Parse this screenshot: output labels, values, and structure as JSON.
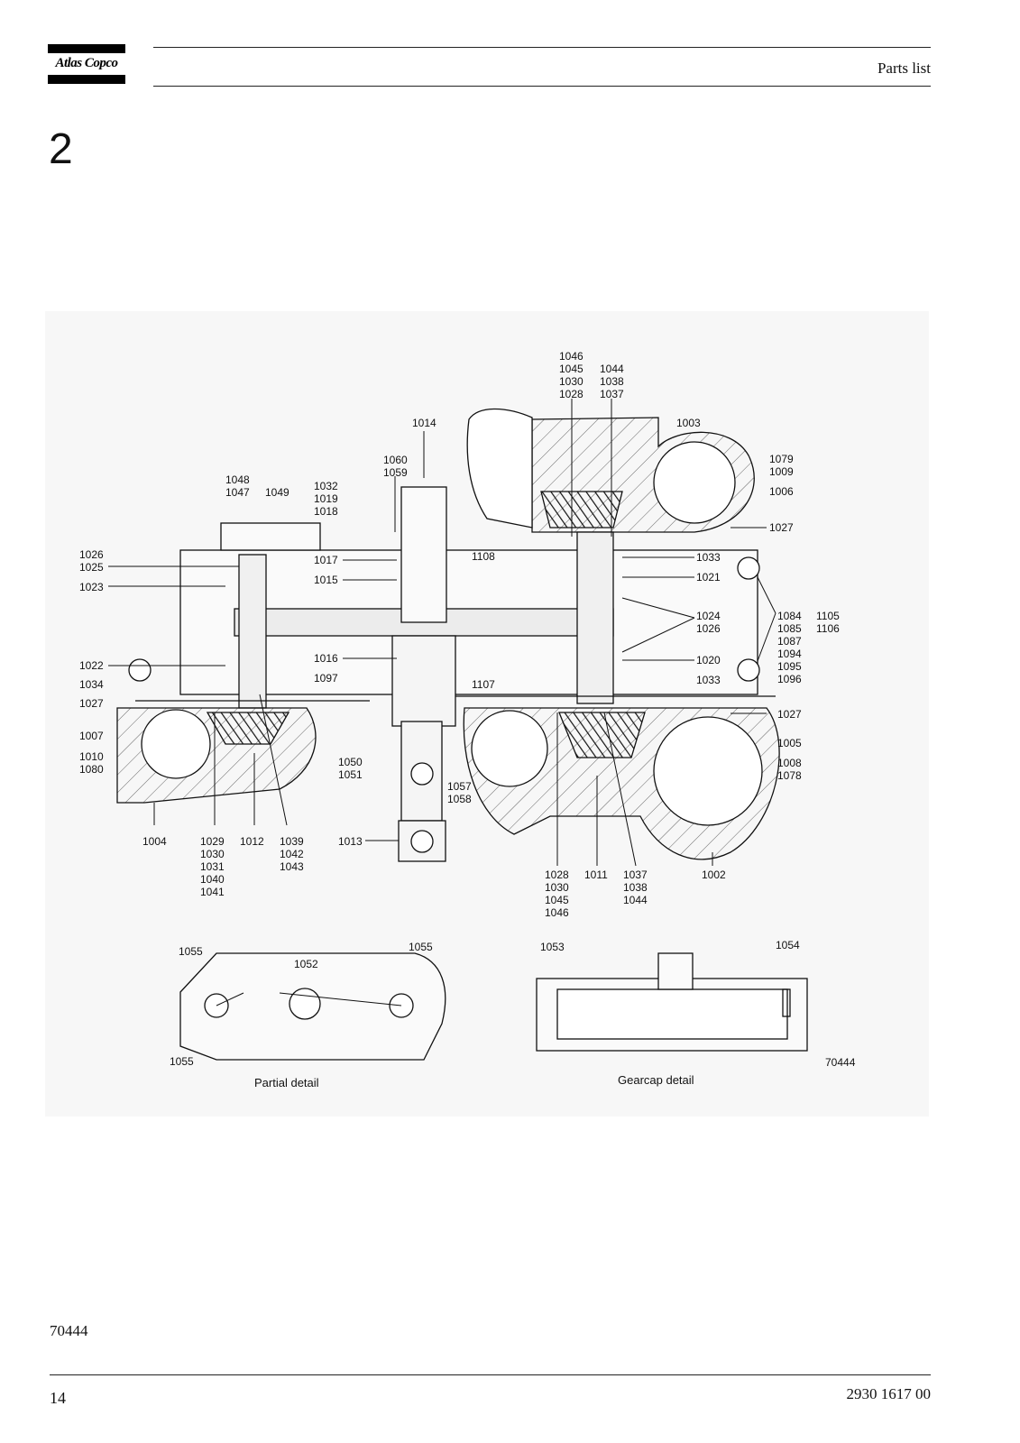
{
  "header": {
    "logo_text": "Atlas Copco",
    "title": "Parts list"
  },
  "chapter": "2",
  "drawing": {
    "labels": {
      "l1046": "1046",
      "l1045": "1045",
      "l1030a": "1030",
      "l1028a": "1028",
      "l1044a": "1044",
      "l1038a": "1038",
      "l1037a": "1037",
      "l1014": "1014",
      "l1003": "1003",
      "l1060": "1060",
      "l1059": "1059",
      "l1079": "1079",
      "l1009": "1009",
      "l1006": "1006",
      "l1048": "1048",
      "l1047": "1047",
      "l1049": "1049",
      "l1032": "1032",
      "l1019": "1019",
      "l1018": "1018",
      "l1027a": "1027",
      "l1026a": "1026",
      "l1025": "1025",
      "l1017": "1017",
      "l1108": "1108",
      "l1033a": "1033",
      "l1023": "1023",
      "l1015": "1015",
      "l1021": "1021",
      "l1024": "1024",
      "l1026b": "1026",
      "l1084": "1084",
      "l1085": "1085",
      "l1087": "1087",
      "l1094": "1094",
      "l1095": "1095",
      "l1096": "1096",
      "l1105": "1105",
      "l1106": "1106",
      "l1016": "1016",
      "l1020": "1020",
      "l1022": "1022",
      "l1097": "1097",
      "l1033b": "1033",
      "l1034": "1034",
      "l1107": "1107",
      "l1027b": "1027",
      "l1027c": "1027",
      "l1007": "1007",
      "l1005": "1005",
      "l1010": "1010",
      "l1080": "1080",
      "l1050": "1050",
      "l1051": "1051",
      "l1008": "1008",
      "l1078": "1078",
      "l1057": "1057",
      "l1058": "1058",
      "l1004": "1004",
      "l1029": "1029",
      "l1030b": "1030",
      "l1031": "1031",
      "l1040": "1040",
      "l1041": "1041",
      "l1012": "1012",
      "l1039": "1039",
      "l1042": "1042",
      "l1043": "1043",
      "l1013": "1013",
      "l1028b": "1028",
      "l1030c": "1030",
      "l1045b": "1045",
      "l1046b": "1046",
      "l1011": "1011",
      "l1037b": "1037",
      "l1038b": "1038",
      "l1044b": "1044",
      "l1002": "1002",
      "l1055a": "1055",
      "l1055b": "1055",
      "l1052": "1052",
      "l1055c": "1055",
      "l1053": "1053",
      "l1054": "1054",
      "l70444": "70444"
    },
    "captions": {
      "partial": "Partial detail",
      "gearcap": "Gearcap detail"
    }
  },
  "footer": {
    "figure_number": "70444",
    "page_number": "14",
    "document_number": "2930 1617 00"
  }
}
